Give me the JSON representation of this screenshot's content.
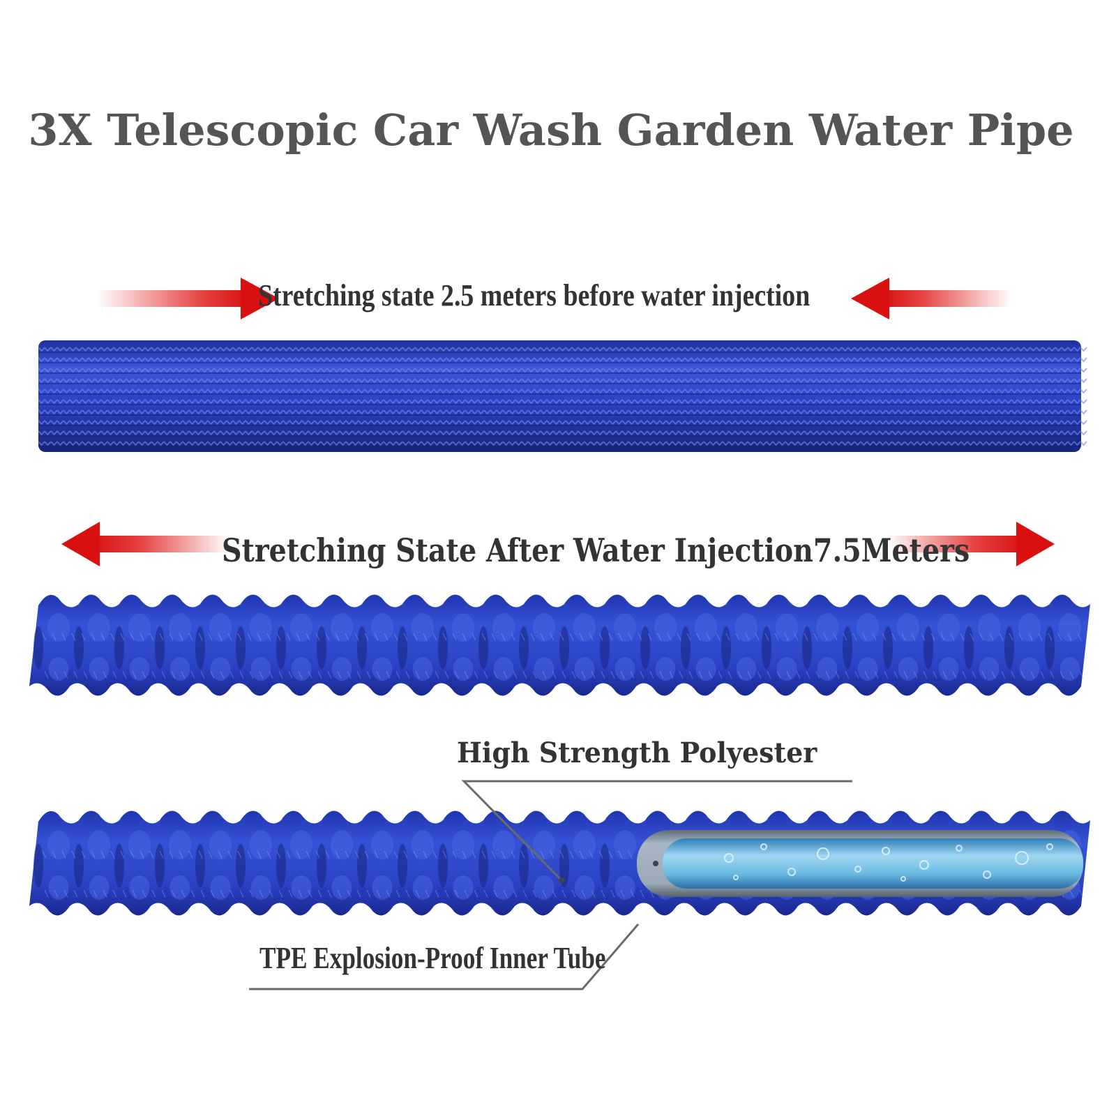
{
  "title": "3X Telescopic Car Wash Garden Water Pipe",
  "captions": {
    "before": "Stretching state 2.5 meters before water injection",
    "after": "Stretching State After Water Injection7.5Meters",
    "outer_layer": "High Strength Polyester",
    "inner_layer": "TPE Explosion-Proof Inner Tube"
  },
  "colors": {
    "hose_blue": "#2a43c4",
    "hose_dark": "#1b2a8a",
    "arrow_red": "#e0201e",
    "title_gray": "#555555",
    "inner_tube": "#7fc3e6"
  },
  "icons": [
    "arrow-right-icon",
    "arrow-left-icon",
    "arrow-left-icon",
    "arrow-right-icon"
  ]
}
